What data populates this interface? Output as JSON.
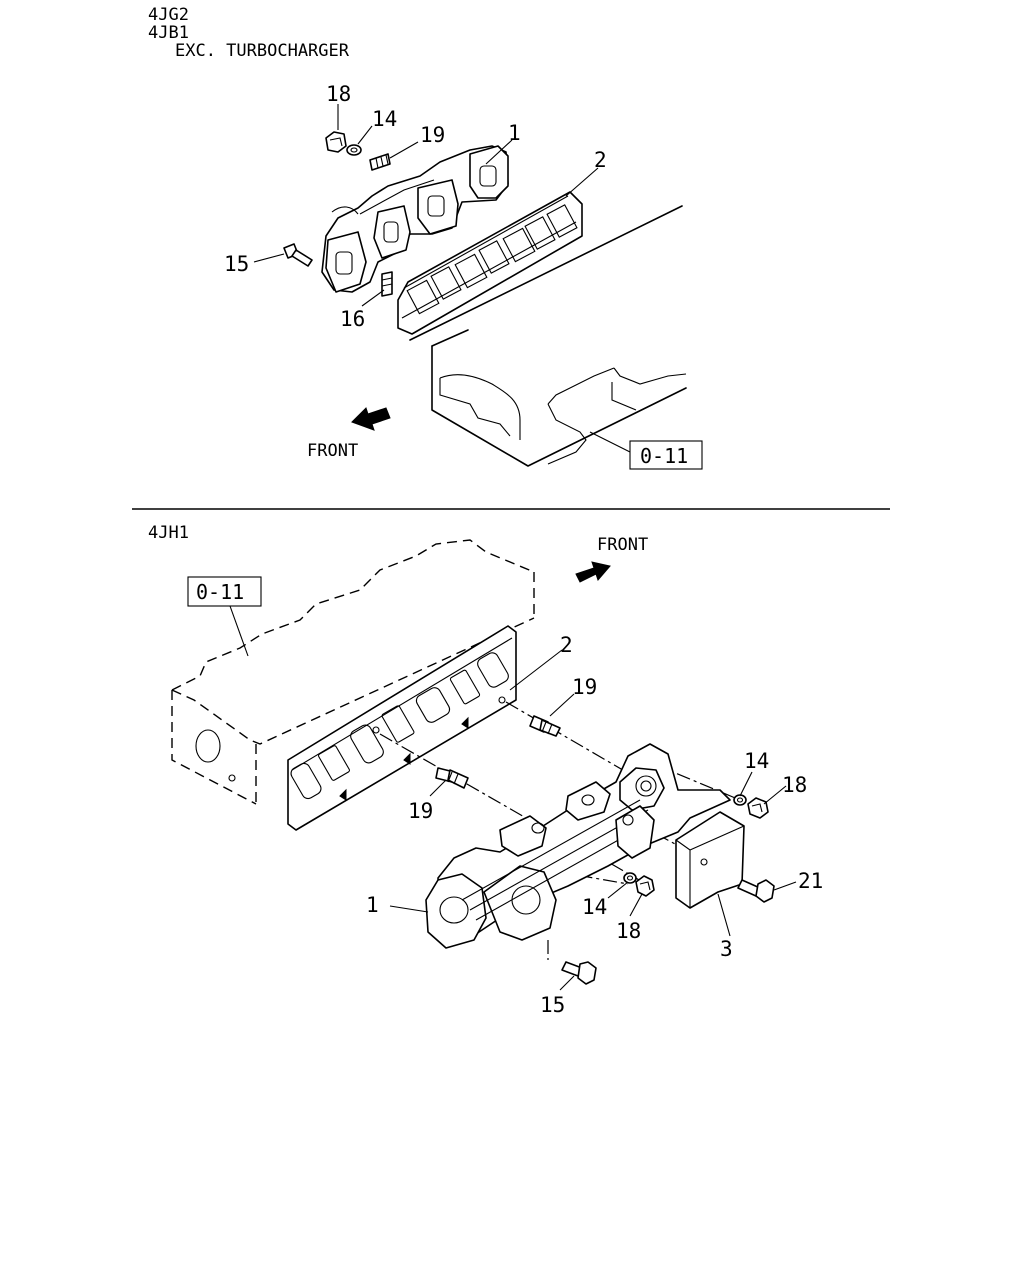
{
  "top_section": {
    "engine_codes": [
      "4JG2",
      "4JB1"
    ],
    "variant": "EXC. TURBOCHARGER",
    "front_label": "FRONT",
    "ref_box": "0-11",
    "callouts": [
      "18",
      "14",
      "19",
      "1",
      "2",
      "15",
      "16"
    ]
  },
  "bottom_section": {
    "engine_code": "4JH1",
    "front_label": "FRONT",
    "ref_box": "0-11",
    "callouts": [
      "2",
      "19",
      "19",
      "14",
      "18",
      "14",
      "18",
      "21",
      "1",
      "3",
      "15"
    ]
  },
  "icons": {
    "front_arrow_top": "front-arrow-left-icon",
    "front_arrow_bottom": "front-arrow-right-icon"
  }
}
